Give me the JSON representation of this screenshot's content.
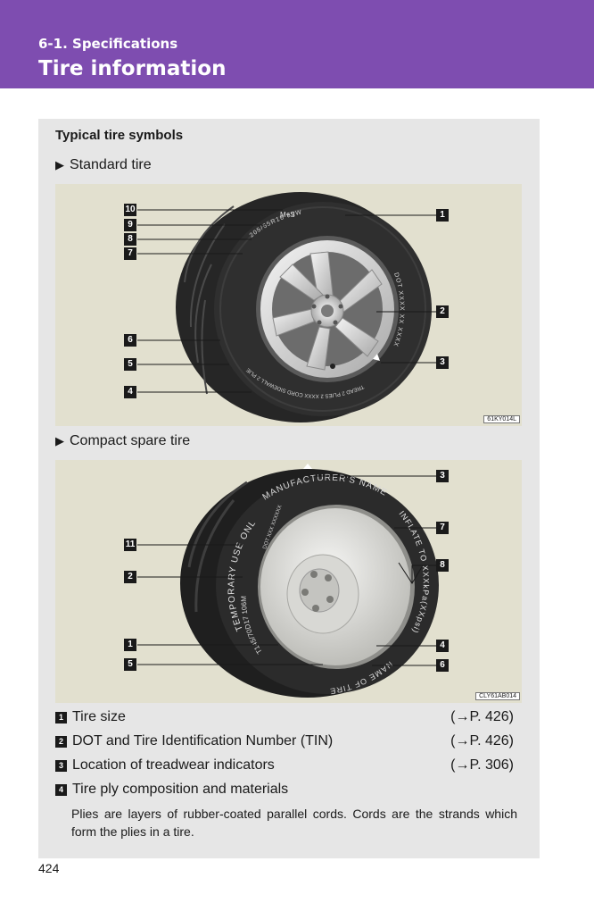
{
  "header": {
    "section": "6-1. Specifications",
    "title": "Tire information"
  },
  "panel": {
    "heading": "Typical tire symbols",
    "standard": {
      "label": "Standard tire",
      "figure_code": "61KY014L",
      "sidewall": {
        "top_text": "M+S",
        "size_text": "205/55R16 89W",
        "dot_text": "DOT XXXX XX XXXX",
        "lower_text": "TREAD 2 PLIES 2 XXXX CORD SIDEWALL 2 PLIES XXXX CORD"
      },
      "callouts_left": [
        "10",
        "9",
        "8",
        "7",
        "6",
        "5",
        "4"
      ],
      "callouts_right": [
        "1",
        "2",
        "3"
      ]
    },
    "spare": {
      "label": "Compact spare tire",
      "figure_code": "CLY61AB014",
      "sidewall": {
        "top_text": "MANUFACTURER'S NAME",
        "left_text": "TEMPORARY USE ONLY",
        "dot_text": "DOT XXX XXXXXX",
        "size_text": "T145/70D17 106M",
        "right_text": "INFLATE TO XXXkPa(XXpsi)",
        "bottom_text": "NAME OF TIRE"
      },
      "callouts_left": [
        "11",
        "2",
        "1",
        "5"
      ],
      "callouts_right": [
        "3",
        "7",
        "8",
        "4",
        "6"
      ]
    }
  },
  "items": [
    {
      "num": "1",
      "label": "Tire size",
      "ref": "(→P. 426)"
    },
    {
      "num": "2",
      "label": "DOT and Tire Identification Number (TIN)",
      "ref": "(→P. 426)"
    },
    {
      "num": "3",
      "label": "Location of treadwear indicators",
      "ref": "(→P. 306)"
    },
    {
      "num": "4",
      "label": "Tire ply composition and materials",
      "ref": ""
    }
  ],
  "note": "Plies are layers of rubber-coated parallel cords. Cords are the strands which form the plies in a tire.",
  "page_number": "424",
  "colors": {
    "header": "#7e4db0",
    "panel": "#e6e6e6",
    "figure_bg": "#e2e0cf"
  }
}
